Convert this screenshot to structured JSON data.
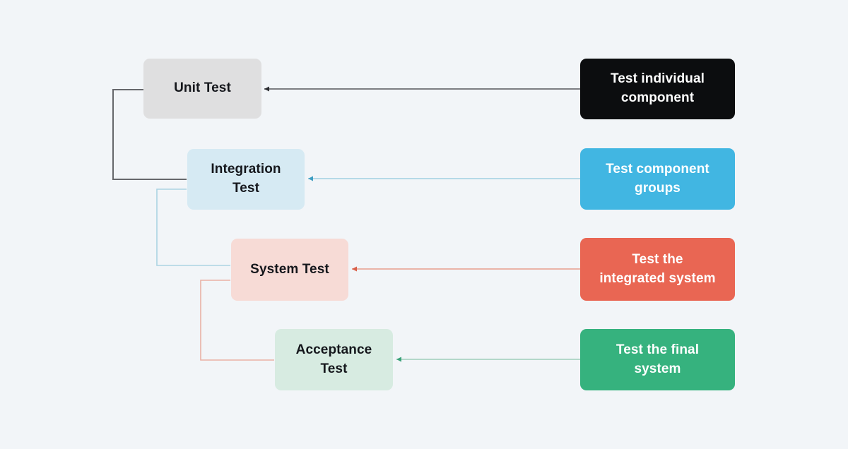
{
  "diagram": {
    "type": "flowchart",
    "background_color": "#f2f5f8",
    "nodes": {
      "unit": {
        "label": "Unit Test",
        "fill": "#dfdfe0",
        "text_color": "#15171c"
      },
      "integration": {
        "label": "Integration\nTest",
        "fill": "#d6eaf3",
        "text_color": "#15171c"
      },
      "system": {
        "label": "System Test",
        "fill": "#f7dbd6",
        "text_color": "#15171c"
      },
      "acceptance": {
        "label": "Acceptance\nTest",
        "fill": "#d7ebe1",
        "text_color": "#15171c"
      },
      "unit_desc": {
        "label": "Test individual\ncomponent",
        "fill": "#0c0d0f",
        "text_color": "#ffffff"
      },
      "integration_desc": {
        "label": "Test component\ngroups",
        "fill": "#41b6e2",
        "text_color": "#ffffff"
      },
      "system_desc": {
        "label": "Test the\nintegrated system",
        "fill": "#e96653",
        "text_color": "#ffffff"
      },
      "acceptance_desc": {
        "label": "Test the final\nsystem",
        "fill": "#36b27e",
        "text_color": "#ffffff"
      }
    },
    "connectors": [
      {
        "from": "unit",
        "to": "integration",
        "style": "elbow",
        "arrowhead": false,
        "color": "#66676b"
      },
      {
        "from": "integration",
        "to": "system",
        "style": "elbow",
        "arrowhead": false,
        "color": "#abd3e3"
      },
      {
        "from": "system",
        "to": "acceptance",
        "style": "elbow",
        "arrowhead": false,
        "color": "#e9b2a6"
      },
      {
        "from": "unit_desc",
        "to": "unit",
        "style": "straight",
        "arrowhead": true,
        "line_color": "#7d7e82",
        "head_color": "#2b2c30"
      },
      {
        "from": "integration_desc",
        "to": "integration",
        "style": "straight",
        "arrowhead": true,
        "line_color": "#b5d9e7",
        "head_color": "#3f9ec2"
      },
      {
        "from": "system_desc",
        "to": "system",
        "style": "straight",
        "arrowhead": true,
        "line_color": "#eab4a8",
        "head_color": "#d95f49"
      },
      {
        "from": "acceptance_desc",
        "to": "acceptance",
        "style": "straight",
        "arrowhead": true,
        "line_color": "#b3d8ca",
        "head_color": "#3aa179"
      }
    ]
  }
}
